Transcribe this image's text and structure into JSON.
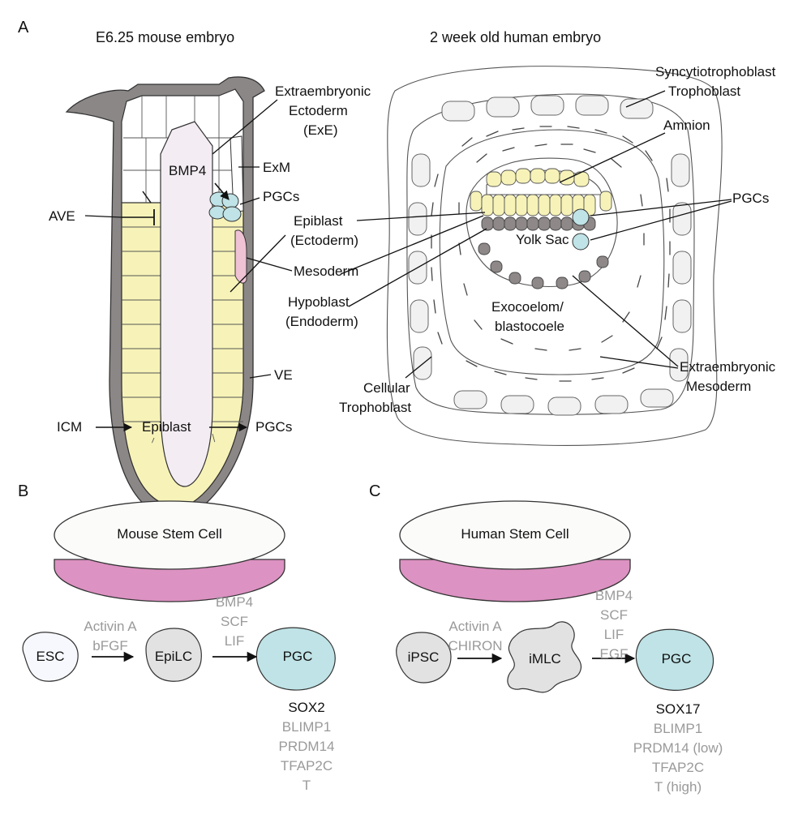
{
  "panels": {
    "a": "A",
    "b": "B",
    "c": "C"
  },
  "mouse_embryo": {
    "title": "E6.25 mouse embryo",
    "labels": {
      "exe_1": "Extraembryonic",
      "exe_2": "Ectoderm",
      "exe_3": "(ExE)",
      "bmp4": "BMP4",
      "exm": "ExM",
      "pgcs": "PGCs",
      "ave": "AVE",
      "epiblast_1": "Epiblast",
      "epiblast_2": "(Ectoderm)",
      "mesoderm": "Mesoderm",
      "hypoblast_1": "Hypoblast",
      "hypoblast_2": "(Endoderm)",
      "ve": "VE"
    },
    "lineage": [
      "ICM",
      "Epiblast",
      "PGCs"
    ]
  },
  "human_embryo": {
    "title": "2 week old human embryo",
    "labels": {
      "syncytio": "Syncytiotrophoblast",
      "tropho": "Trophoblast",
      "amnion": "Amnion",
      "pgcs": "PGCs",
      "yolk_sac": "Yolk Sac",
      "exocoelom_1": "Exocoelom/",
      "exocoelom_2": "blastocoele",
      "cellular_1": "Cellular",
      "cellular_2": "Trophoblast",
      "exm_1": "Extraembryonic",
      "exm_2": "Mesoderm"
    }
  },
  "panel_b": {
    "dish_label": "Mouse Stem Cell",
    "cells": {
      "esc": "ESC",
      "epilc": "EpiLC",
      "pgc": "PGC"
    },
    "step1": [
      "Activin A",
      "bFGF"
    ],
    "step2": [
      "BMP4",
      "SCF",
      "LIF"
    ],
    "marker_main": "SOX2",
    "markers": [
      "BLIMP1",
      "PRDM14",
      "TFAP2C",
      "T"
    ]
  },
  "panel_c": {
    "dish_label": "Human Stem Cell",
    "cells": {
      "ipsc": "iPSC",
      "imlc": "iMLC",
      "pgc": "PGC"
    },
    "step1": [
      "Activin A",
      "CHIRON"
    ],
    "step2": [
      "BMP4",
      "SCF",
      "LIF",
      "EGF"
    ],
    "marker_main": "SOX17",
    "markers": [
      "BLIMP1",
      "PRDM14 (low)",
      "TFAP2C",
      "T (high)"
    ]
  },
  "colors": {
    "epiblast": "#f7f3b8",
    "pgc": "#bfe3e6",
    "outer_layer": "#8c8787",
    "cavity": "#f3edf3",
    "mesoderm": "#efc2d4",
    "dish_band": "#dc92c2",
    "grey_cell": "#e2e2e2",
    "hypoblast": "#8e8888",
    "text_grey": "#9a9a9a"
  }
}
